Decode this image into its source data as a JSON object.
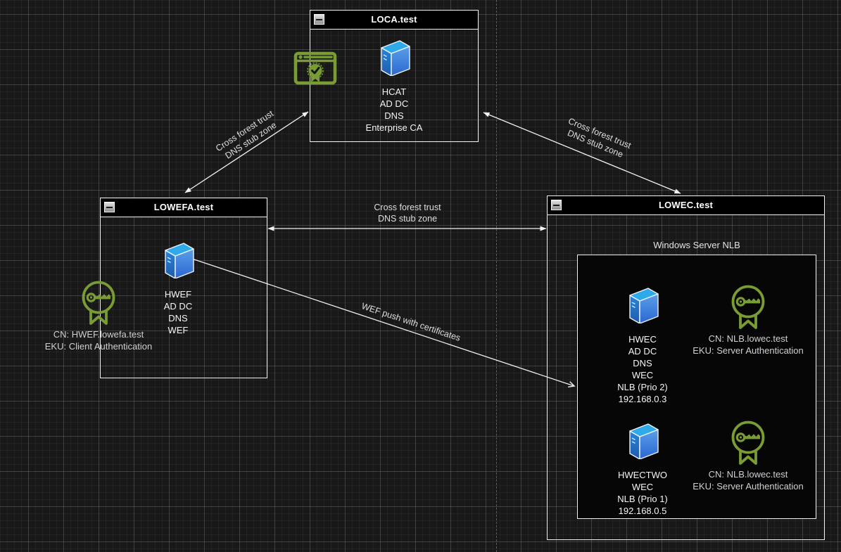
{
  "colors": {
    "background": "#181818",
    "box_stroke": "#f2f2f2",
    "edge_stroke": "#f2f2f2",
    "accent_green": "#7a9c34",
    "server_blue_top": "#2ea9e9",
    "server_blue_front": "#2b66d0"
  },
  "boxes": {
    "loca": {
      "title": "LOCA.test"
    },
    "lowefa": {
      "title": "LOWEFA.test"
    },
    "lowec": {
      "title": "LOWEC.test"
    }
  },
  "groups": {
    "nlb": {
      "label": "Windows Server NLB"
    }
  },
  "servers": {
    "hcat": {
      "label": "HCAT\nAD DC\nDNS\nEnterprise CA"
    },
    "hwef": {
      "label": "HWEF\nAD DC\nDNS\nWEF"
    },
    "hwec": {
      "label": "HWEC\nAD DC\nDNS\nWEC\nNLB (Prio 2)\n192.168.0.3"
    },
    "hwectwo": {
      "label": "HWECTWO\nWEC\nNLB (Prio 1)\n192.168.0.5"
    }
  },
  "certificates": {
    "hwef_client": {
      "label": "CN: HWEF.lowefa.test\nEKU: Client Authentication"
    },
    "nlb_server_1": {
      "label": "CN: NLB.lowec.test\nEKU: Server Authentication"
    },
    "nlb_server_2": {
      "label": "CN: NLB.lowec.test\nEKU: Server Authentication"
    }
  },
  "edges": {
    "loca_lowefa": {
      "label": "Cross forest trust\nDNS stub zone",
      "type": "double-arrow"
    },
    "loca_lowec": {
      "label": "Cross forest trust\nDNS stub zone",
      "type": "double-arrow"
    },
    "lowefa_lowec": {
      "label": "Cross forest trust\nDNS stub zone",
      "type": "double-arrow"
    },
    "wef_push": {
      "label": "WEF push with certificates",
      "type": "single-open-arrow"
    }
  },
  "icons": {
    "server": "server-tower-icon",
    "certificate_key": "certificate-key-badge-icon",
    "browser_certificate": "browser-certificate-icon",
    "collapse": "collapse-minus-icon"
  }
}
